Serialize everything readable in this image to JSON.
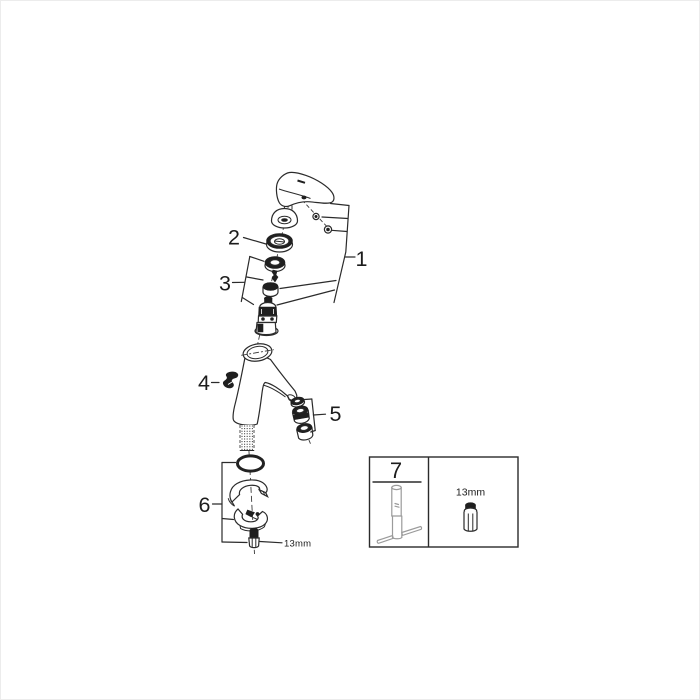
{
  "diagram": {
    "kind": "exploded-parts-diagram",
    "subject": "single-lever-basin-mixer-tap",
    "callouts": [
      {
        "label": "1",
        "part": "lever-handle-assembly"
      },
      {
        "label": "2",
        "part": "cap-ring"
      },
      {
        "label": "3",
        "part": "cartridge-with-fixings"
      },
      {
        "label": "4",
        "part": "retainer-clip"
      },
      {
        "label": "5",
        "part": "aerator-mousseur-set"
      },
      {
        "label": "6",
        "part": "fastening-set"
      },
      {
        "label": "7",
        "part": "mounting-tool"
      }
    ],
    "annotations": {
      "bolt_wrench_size": "13mm",
      "tool_socket_size": "13mm"
    },
    "colors": {
      "line": "#2b2b2b",
      "dark_fill": "#1f1f1f",
      "tool_gray": "#9b9b9b",
      "background": "#ffffff"
    }
  }
}
